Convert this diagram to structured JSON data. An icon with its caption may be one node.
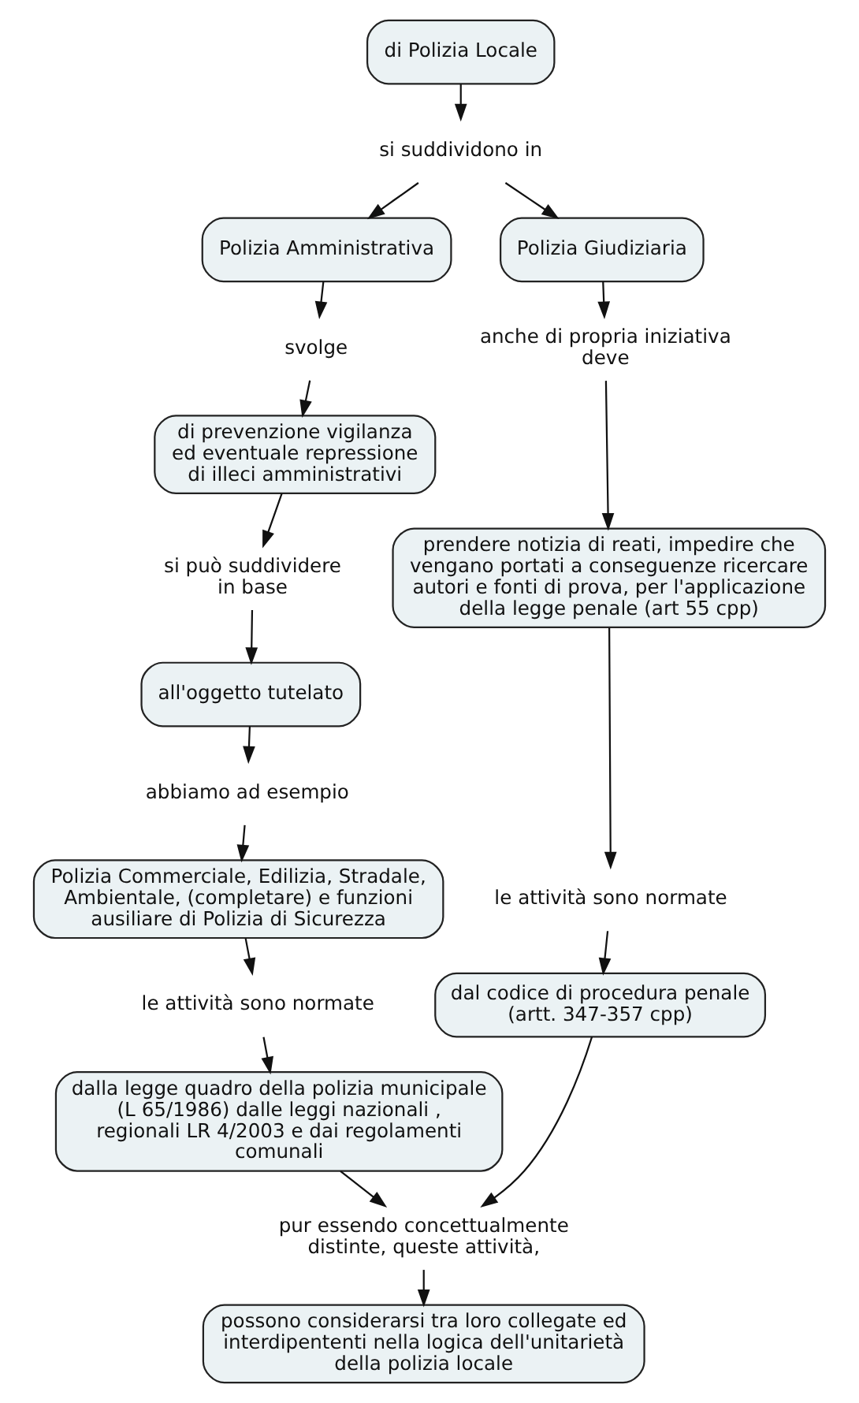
{
  "diagram": {
    "nodes": [
      {
        "text": [
          "di Polizia Locale"
        ]
      },
      {
        "text": [
          "si suddividono in"
        ]
      },
      {
        "text": [
          "Polizia Amministrativa"
        ]
      },
      {
        "text": [
          "Polizia Giudiziaria"
        ]
      },
      {
        "text": [
          "anche di propria iniziativa deve"
        ]
      },
      {
        "text": [
          "svolge"
        ]
      },
      {
        "text": [
          "prendere notizia di reati, impedire che vengano portati a conseguenze ricercare autori e fonti di prova, per l'applicazione della legge penale (art 55 cpp)"
        ]
      },
      {
        "text": [
          "di prevenzione vigilanza ed eventuale repressione di illeci amministrativi"
        ]
      },
      {
        "text": [
          "si può suddividere in base"
        ]
      },
      {
        "text": [
          "all'oggetto tutelato"
        ]
      },
      {
        "text": [
          "abbiamo ad esempio"
        ]
      },
      {
        "text": [
          "Polizia Commerciale, Edilizia, Stradale, Ambientale, (completare) e funzioni ausiliare di Polizia di Sicurezza"
        ]
      },
      {
        "text": [
          "le attività sono normate"
        ]
      },
      {
        "text": [
          "dal codice di procedura penale (artt. 347-357 cpp)"
        ]
      },
      {
        "text": [
          "le attività sono normate"
        ]
      },
      {
        "text": [
          "dalla legge quadro della polizia municipale (L 65/1986) dalle leggi nazionali , regionali LR 4/2003 e dai regolamenti comunali"
        ]
      },
      {
        "text": [
          "pur essendo concettualmente distinte, queste attività,"
        ]
      },
      {
        "text": [
          "possono considerarsi tra loro collegate ed interdipententi nella logica dell'unitarietà della polizia locale"
        ]
      }
    ],
    "edges": [
      {
        "from": 0,
        "to": 1,
        "arrow": "to"
      },
      {
        "from": 1,
        "to": 2,
        "arrow": "to"
      },
      {
        "from": 1,
        "to": 3,
        "arrow": "to"
      },
      {
        "from": 2,
        "to": 5,
        "arrow": "to"
      },
      {
        "from": 3,
        "to": 4,
        "arrow": "to"
      },
      {
        "from": 5,
        "to": 7,
        "arrow": "to"
      },
      {
        "from": 4,
        "to": 6,
        "arrow": "to"
      },
      {
        "from": 7,
        "to": 8,
        "arrow": "to"
      },
      {
        "from": 8,
        "to": 9,
        "arrow": "to"
      },
      {
        "from": 9,
        "to": 10,
        "arrow": "to"
      },
      {
        "from": 10,
        "to": 11,
        "arrow": "to"
      },
      {
        "from": 11,
        "to": 14,
        "arrow": "to"
      },
      {
        "from": 14,
        "to": 15,
        "arrow": "to"
      },
      {
        "from": 6,
        "to": 12,
        "arrow": "to"
      },
      {
        "from": 12,
        "to": 13,
        "arrow": "to"
      },
      {
        "from": 15,
        "to": 16,
        "arrow": "to"
      },
      {
        "from": 13,
        "to": 16,
        "arrow": "to"
      },
      {
        "from": 16,
        "to": 17,
        "arrow": "to"
      }
    ]
  }
}
